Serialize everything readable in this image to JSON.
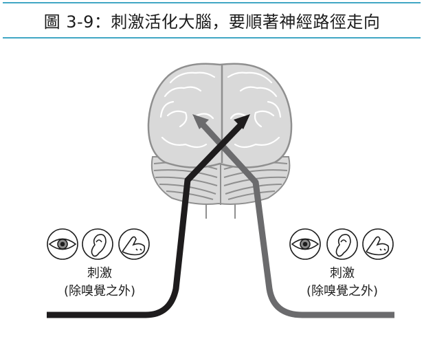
{
  "figure": {
    "title": "圖 3-9：刺激活化大腦，要順著神經路徑走向",
    "rule_color": "#3fa6c4"
  },
  "left_group": {
    "icons": [
      "eye-icon",
      "ear-icon",
      "touch-hand-icon"
    ],
    "label_line1": "刺激",
    "label_line2": "(除嗅覺之外)",
    "path_color": "#1e1c1d"
  },
  "right_group": {
    "icons": [
      "eye-icon",
      "ear-icon",
      "touch-hand-icon"
    ],
    "label_line1": "刺激",
    "label_line2": "(除嗅覺之外)",
    "path_color": "#6b6b6d"
  },
  "brain": {
    "fill_color": "#d9d9d9",
    "outline_color": "#8f8f8f"
  }
}
